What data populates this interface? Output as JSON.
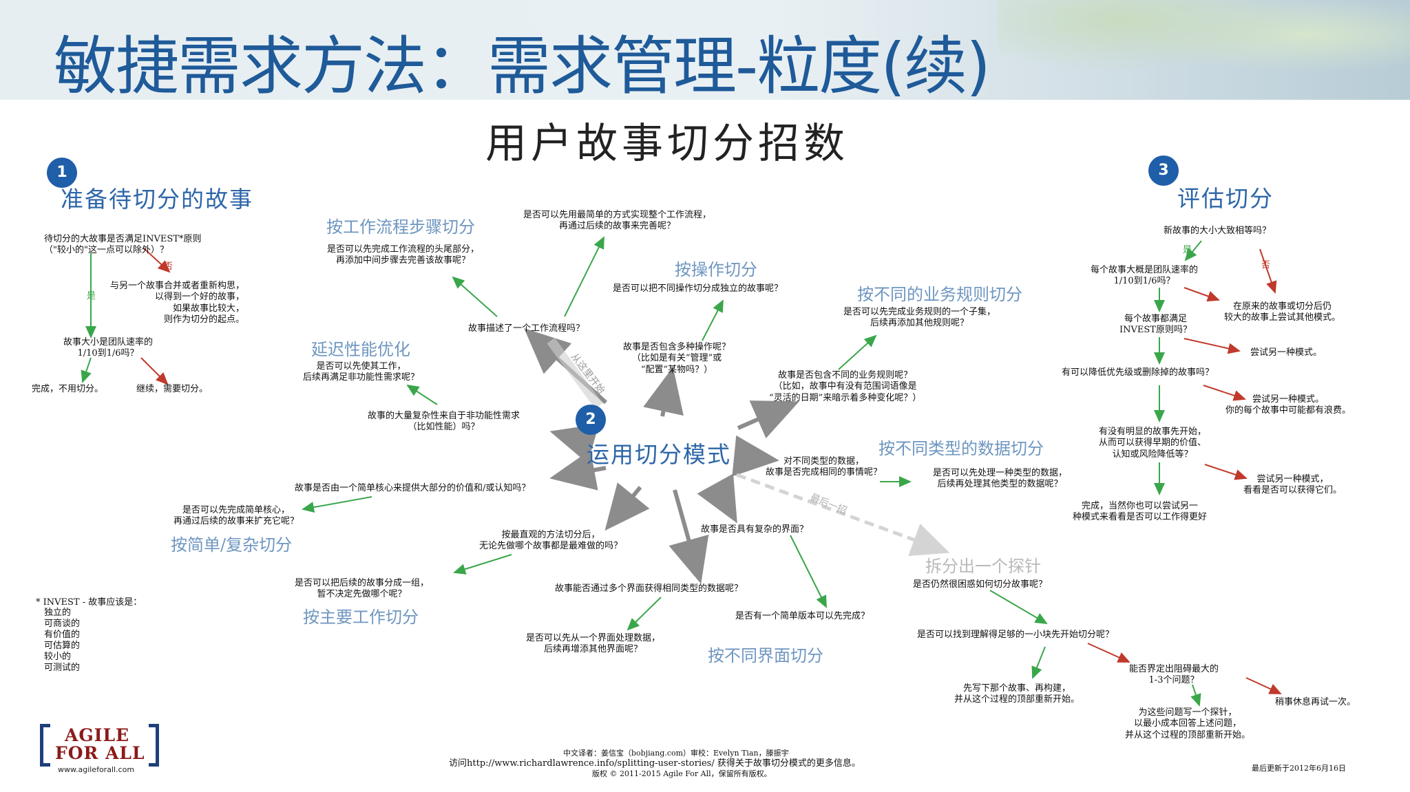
{
  "header": {
    "title": "敏捷需求方法：需求管理-粒度(续)"
  },
  "main_title": "用户故事切分招数",
  "section1": {
    "badge": "1",
    "title": "准备待切分的故事",
    "q1": "待切分的大故事是否满足INVEST*原则\n（\"较小的\"这一点可以除外）？",
    "no_label": "否",
    "yes_label": "是",
    "no_text": "与另一个故事合并或者重新构思，\n以得到一个好的故事，\n如果故事比较大，\n则作为切分的起点。",
    "q2": "故事大小是团队速率的\n1/10到1/6吗？",
    "done": "完成，不用切分。",
    "continue": "继续，需要切分。"
  },
  "invest": {
    "heading": "* INVEST - 故事应该是：",
    "items": [
      "独立的",
      "可商谈的",
      "有价值的",
      "可估算的",
      "较小的",
      "可测试的"
    ]
  },
  "section2": {
    "badge": "2",
    "title": "运用切分模式",
    "start_here": "从这里开始",
    "last_resort": "最后一招",
    "workflow": {
      "label": "按工作流程步骤切分",
      "q": "故事描述了一个工作流程吗？",
      "a1": "是否可以先完成工作流程的头尾部分，\n再添加中间步骤去完善该故事呢？",
      "a2": "是否可以先用最简单的方式实现整个工作流程，\n再通过后续的故事来完善呢？"
    },
    "operations": {
      "label": "按操作切分",
      "q": "故事是否包含多种操作呢？\n（比如是有关“管理”或\n“配置”某物吗？）",
      "a": "是否可以把不同操作切分成独立的故事呢？"
    },
    "rules": {
      "label": "按不同的业务规则切分",
      "q": "故事是否包含不同的业务规则呢？\n（比如，故事中有没有范围词语像是\n“灵活的日期”来暗示着多种变化呢？）",
      "a": "是否可以先完成业务规则的一个子集，\n后续再添加其他规则呢？"
    },
    "performance": {
      "label": "延迟性能优化",
      "q": "故事的大量复杂性来自于非功能性需求\n（比如性能）吗？",
      "a": "是否可以先使其工作，\n后续再满足非功能性需求呢？"
    },
    "data_types": {
      "label": "按不同类型的数据切分",
      "q": "对不同类型的数据，\n故事是否完成相同的事情呢？",
      "a": "是否可以先处理一种类型的数据，\n后续再处理其他类型的数据呢？"
    },
    "simple_complex": {
      "label": "按简单/复杂切分",
      "q": "故事是否由一个简单核心来提供大部分的价值和/或认知吗？",
      "a": "是否可以先完成简单核心，\n再通过后续的故事来扩充它呢？"
    },
    "major_effort": {
      "label": "按主要工作切分",
      "q": "按最直观的方法切分后，\n无论先做哪个故事都是最难做的吗？",
      "a": "是否可以把后续的故事分成一组，\n暂不决定先做哪个呢？"
    },
    "interfaces": {
      "label": "按不同界面切分",
      "q": "故事能否通过多个界面获得相同类型的数据呢？",
      "a": "是否可以先从一个界面处理数据，\n后续再增添其他界面呢？"
    },
    "complex_ui": {
      "q": "故事是否具有复杂的界面？",
      "a": "是否有一个简单版本可以先完成？"
    },
    "spike": {
      "label": "拆分出一个探针",
      "q": "是否仍然很困惑如何切分故事呢？",
      "q2": "是否可以找到理解得足够的一小块先开始切分呢？",
      "a1": "先写下那个故事、再构建，\n并从这个过程的顶部重新开始。",
      "q3": "能否界定出阻碍最大的\n1-3个问题？",
      "a2": "为这些问题写一个探针，\n以最小成本回答上述问题，\n并从这个过程的顶部重新开始。",
      "a3": "稍事休息再试一次。"
    }
  },
  "section3": {
    "badge": "3",
    "title": "评估切分",
    "q1": "新故事的大小大致相等吗？",
    "yes_label": "是",
    "no_label": "否",
    "q2": "每个故事大概是团队速率的\n1/10到1/6吗？",
    "no_text": "在原来的故事或切分后仍\n较大的故事上尝试其他模式。",
    "q3": "每个故事都满足\nINVEST原则吗？",
    "try1": "尝试另一种模式。",
    "q4": "有可以降低优先级或删除掉的故事吗？",
    "try2": "尝试另一种模式。\n你的每个故事中可能都有浪费。",
    "q5": "有没有明显的故事先开始，\n从而可以获得早期的价值、\n认知或风险降低等？",
    "try3": "尝试另一种模式，\n看看是否可以获得它们。",
    "done": "完成，当然你也可以尝试另一\n种模式来看看是否可以工作得更好"
  },
  "footer": {
    "translator": "中文译者：姜信宝（bobjiang.com）审校：Evelyn Tian，滕振宇",
    "visit": "访问http://www.richardlawrence.info/splitting-user-stories/ 获得关于故事切分模式的更多信息。",
    "copyright": "版权 © 2011-2015 Agile For All，保留所有版权。",
    "updated": "最后更新于2012年6月16日"
  },
  "logo": {
    "line1": "AGILE",
    "line2": "FOR ALL",
    "url": "www.agileforall.com"
  }
}
